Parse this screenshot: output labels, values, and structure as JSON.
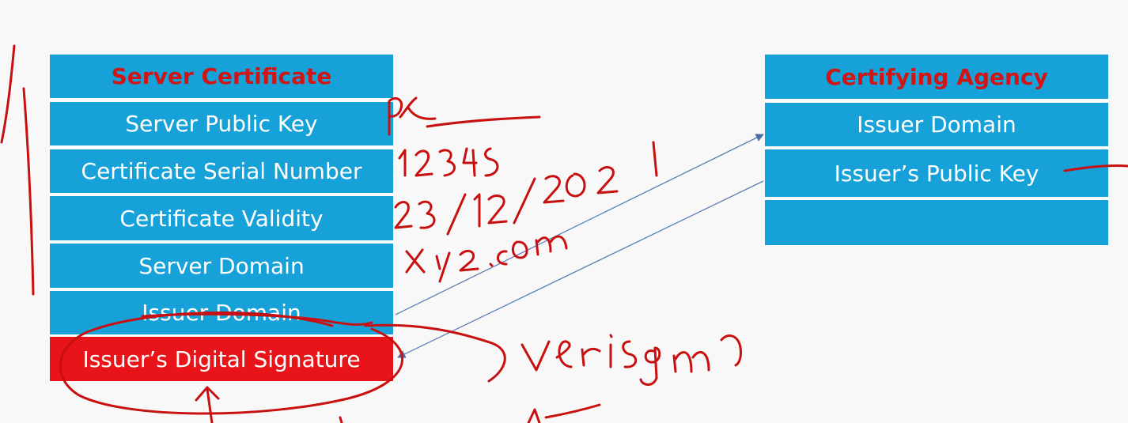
{
  "server_certificate": {
    "title": "Server Certificate",
    "rows": [
      "Server Public Key",
      "Certificate Serial Number",
      "Certificate Validity",
      "Server Domain",
      "Issuer Domain"
    ],
    "signature": "Issuer’s Digital Signature"
  },
  "certifying_agency": {
    "title": "Certifying Agency",
    "rows": [
      "Issuer Domain",
      "Issuer’s Public Key",
      ""
    ]
  },
  "colors": {
    "cell_blue": "#16a2d8",
    "title_red": "#d11414",
    "signature_red": "#e8141a",
    "ink_red": "#c81010",
    "arrow_blue": "#5a7fb4"
  }
}
